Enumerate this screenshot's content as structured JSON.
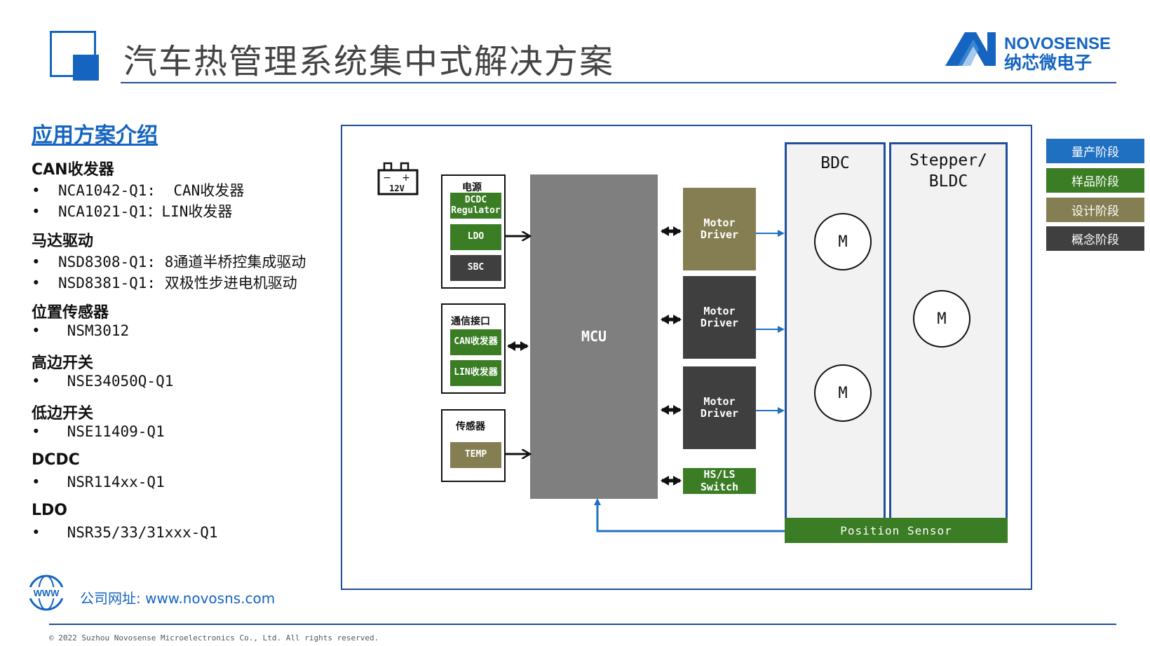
{
  "header": {
    "title": "汽车热管理系统集中式解决方案",
    "brand_en": "NOVOSENSE",
    "brand_cn": "纳芯微电子"
  },
  "left_panel": {
    "section_title": "应用方案介绍",
    "categories": [
      {
        "name": "CAN收发器",
        "items": [
          "NCA1042-Q1:  CAN收发器",
          "NCA1021-Q1：LIN收发器"
        ]
      },
      {
        "name": "马达驱动",
        "items": [
          "NSD8308-Q1: 8通道半桥控集成驱动",
          "NSD8381-Q1: 双极性步进电机驱动"
        ]
      },
      {
        "name": "位置传感器",
        "items": [
          " NSM3012"
        ]
      },
      {
        "name": "高边开关",
        "items": [
          " NSE34050Q-Q1"
        ]
      },
      {
        "name": "低边开关",
        "items": [
          " NSE11409-Q1"
        ]
      },
      {
        "name": "DCDC",
        "items": [
          " NSR114xx-Q1"
        ]
      },
      {
        "name": "LDO",
        "items": [
          " NSR35/33/31xxx-Q1"
        ]
      }
    ],
    "bullet_char": "•"
  },
  "diagram": {
    "battery_label": "12V",
    "battery_minus": "−",
    "battery_plus": "+",
    "power_box": {
      "title": "电源",
      "blocks": [
        "DCDC Regulator",
        "LDO",
        "SBC"
      ]
    },
    "comm_box": {
      "title": "通信接口",
      "blocks": [
        "CAN收发器",
        "LIN收发器"
      ]
    },
    "sensor_box": {
      "title": "传感器",
      "blocks": [
        "TEMP"
      ]
    },
    "mcu_label": "MCU",
    "motor_drivers": [
      "Motor Driver",
      "Motor Driver",
      "Motor Driver"
    ],
    "hs_ls_switch": "HS/LS Switch",
    "bdc_title": "BDC",
    "stepper_title": "Stepper/ BLDC",
    "motor_symbol": "M",
    "position_sensor": "Position Sensor"
  },
  "legend": [
    {
      "label": "量产阶段",
      "color": "#1f70c1"
    },
    {
      "label": "样品阶段",
      "color": "#3a7d24"
    },
    {
      "label": "设计阶段",
      "color": "#857e52"
    },
    {
      "label": "概念阶段",
      "color": "#3f3f3f"
    }
  ],
  "footer": {
    "website": "公司网址: www.novosns.com",
    "web_icon_text": "WWW",
    "copyright": "© 2022 Suzhou Novosense Microelectronics Co., Ltd.  All rights reserved."
  },
  "colors": {
    "accent_blue": "#1565c0",
    "frame_blue": "#1f4e9c",
    "green": "#3a7d24",
    "olive": "#857e52",
    "dark": "#3f3f3f",
    "mcu_gray": "#7f7f7f"
  }
}
